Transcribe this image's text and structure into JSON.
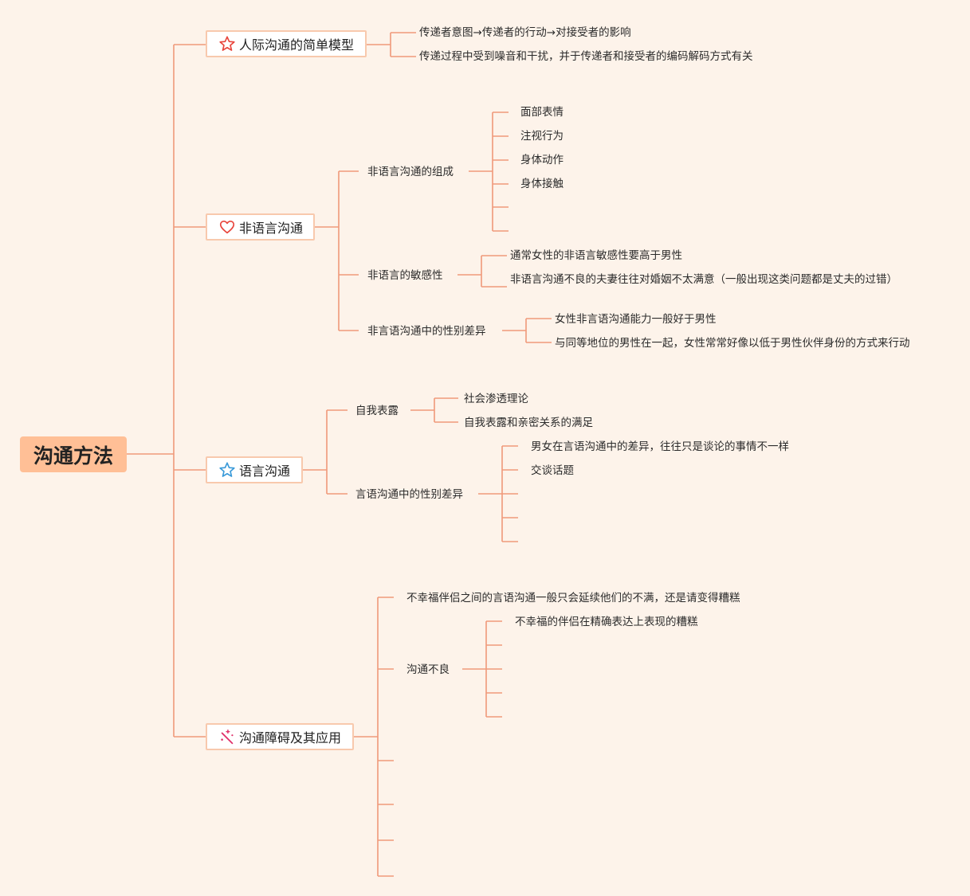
{
  "root": "沟通方法",
  "branches": {
    "model": {
      "label": "人际沟通的简单模型",
      "icon": "star-outline-icon",
      "items": [
        "传递者意图→传递者的行动→对接受者的影响",
        "传递过程中受到噪音和干扰，并于传递者和接受者的编码解码方式有关"
      ]
    },
    "nonverbal": {
      "label": "非语言沟通",
      "icon": "heart-outline-icon",
      "composition": {
        "label": "非语言沟通的组成",
        "items": [
          "面部表情",
          "注视行为",
          "身体动作",
          "身体接触"
        ]
      },
      "sensitivity": {
        "label": "非语言的敏感性",
        "items": [
          "通常女性的非语言敏感性要高于男性",
          "非语言沟通不良的夫妻往往对婚姻不太满意（一般出现这类问题都是丈夫的过错）"
        ]
      },
      "gender": {
        "label": "非言语沟通中的性别差异",
        "items": [
          "女性非言语沟通能力一般好于男性",
          "与同等地位的男性在一起，女性常常好像以低于男性伙伴身份的方式来行动"
        ]
      }
    },
    "verbal": {
      "label": "语言沟通",
      "icon": "star-blue-icon",
      "disclosure": {
        "label": "自我表露",
        "items": [
          "社会渗透理论",
          "自我表露和亲密关系的满足"
        ]
      },
      "gender": {
        "label": "言语沟通中的性别差异",
        "items": [
          "男女在言语沟通中的差异，往往只是谈论的事情不一样",
          "交谈话题"
        ]
      }
    },
    "barrier": {
      "label": "沟通障碍及其应用",
      "icon": "wand-icon",
      "item1": "不幸福伴侣之间的言语沟通一般只会延续他们的不满，还是请变得糟糕",
      "poor": {
        "label": "沟通不良",
        "items": [
          "不幸福的伴侣在精确表达上表现的糟糕"
        ]
      }
    }
  },
  "colors": {
    "background": "#fdf3ea",
    "line": "#f0997a",
    "root_fill": "#ffbf96",
    "main_border": "#f8c9ad",
    "icon_red": "#e8453c",
    "icon_blue": "#3a9ad9",
    "icon_pink": "#e0336b"
  }
}
